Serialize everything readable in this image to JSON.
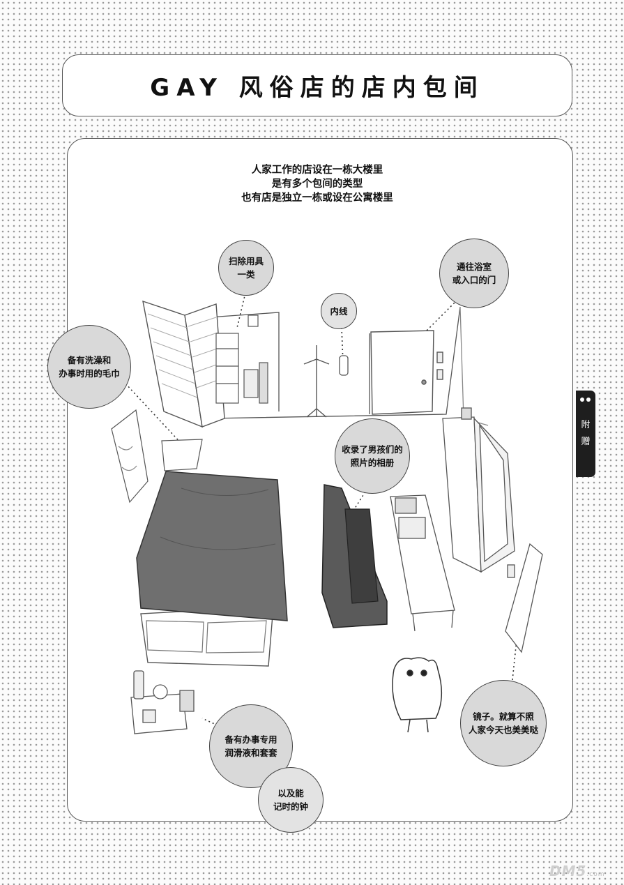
{
  "title": "GAY 风俗店的店内包间",
  "intro": {
    "line1": "人家工作的店设在一栋大楼里",
    "line2": "是有多个包间的类型",
    "line3": "也有店是独立一栋或设在公寓楼里"
  },
  "callouts": {
    "cleaning": [
      "扫除用具",
      "一类"
    ],
    "phone": [
      "内线"
    ],
    "door": [
      "通往浴室",
      "或入口的门"
    ],
    "towel": [
      "备有洗澡和",
      "办事时用的毛巾"
    ],
    "album": [
      "收录了男孩们的",
      "照片的相册"
    ],
    "mirror": [
      "镜子。就算不照",
      "人家今天也美美哒"
    ],
    "lube": [
      "备有办事专用",
      "润滑液和套套"
    ],
    "clock": [
      "以及能",
      "记时的钟"
    ]
  },
  "side_tab": {
    "line1": "附",
    "line2": "赠"
  },
  "watermark": {
    "main": "DM5",
    "sub": ".com"
  },
  "colors": {
    "bubble_fill": "#d9d9d9",
    "blanket": "#6f6f6f",
    "sofa": "#5a5a5a",
    "tab": "#1e1e1e"
  },
  "icons": [
    "screen-icon",
    "coat-rack-icon",
    "intercom-icon",
    "door-icon",
    "bed-icon",
    "sofa-icon",
    "table-icon",
    "tv-stand-icon",
    "mirror-icon",
    "nightstand-icon",
    "mascot-icon"
  ]
}
